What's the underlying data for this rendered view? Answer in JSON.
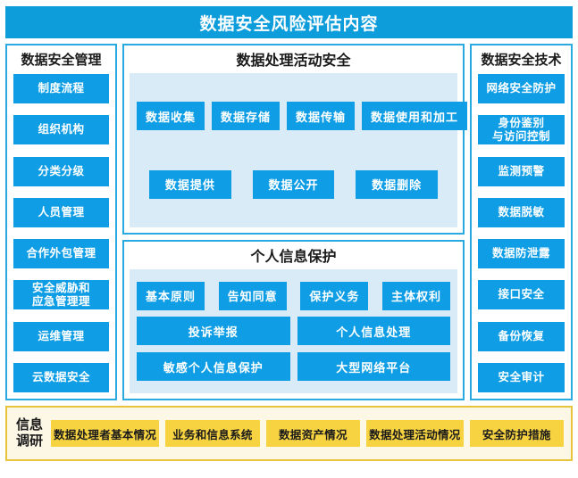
{
  "header": {
    "title": "数据安全风险评估内容",
    "bg_color": "#0d9ddb",
    "text_color": "#ffffff"
  },
  "theme": {
    "chip_blue": "#0f9ee5",
    "panel_border": "#29abe2",
    "inner_band": "#d9ebf7",
    "survey_border": "#e8c33c",
    "survey_bg": "#fdf8e6",
    "survey_chip": "#f7d342"
  },
  "left_column": {
    "title": "数据安全管理",
    "items": [
      {
        "label": "制度流程"
      },
      {
        "label": "组织机构"
      },
      {
        "label": "分类分级"
      },
      {
        "label": "人员管理"
      },
      {
        "label": "合作外包管理"
      },
      {
        "label": "安全威胁和\n应急管理理"
      },
      {
        "label": "运维管理"
      },
      {
        "label": "云数据安全"
      }
    ]
  },
  "right_column": {
    "title": "数据安全技术",
    "items": [
      {
        "label": "网络安全防护"
      },
      {
        "label": "身份鉴别\n与访问控制"
      },
      {
        "label": "监测预警"
      },
      {
        "label": "数据脱敏"
      },
      {
        "label": "数据防泄露"
      },
      {
        "label": "接口安全"
      },
      {
        "label": "备份恢复"
      },
      {
        "label": "安全审计"
      }
    ]
  },
  "center": {
    "processing": {
      "title": "数据处理活动安全",
      "row1": [
        {
          "label": "数据收集"
        },
        {
          "label": "数据存储"
        },
        {
          "label": "数据传输"
        },
        {
          "label": "数据使用和加工"
        }
      ],
      "row2": [
        {
          "label": "数据提供"
        },
        {
          "label": "数据公开"
        },
        {
          "label": "数据删除"
        }
      ]
    },
    "privacy": {
      "title": "个人信息保护",
      "row1": [
        {
          "label": "基本原则"
        },
        {
          "label": "告知同意"
        },
        {
          "label": "保护义务"
        },
        {
          "label": "主体权利"
        }
      ],
      "row2": [
        {
          "label": "投诉举报"
        },
        {
          "label": "个人信息处理"
        }
      ],
      "row3": [
        {
          "label": "敏感个人信息保护"
        },
        {
          "label": "大型网络平台"
        }
      ]
    }
  },
  "survey": {
    "label": "信息\n调研",
    "items": [
      {
        "label": "数据处理者基本情况"
      },
      {
        "label": "业务和信息系统"
      },
      {
        "label": "数据资产情况"
      },
      {
        "label": "数据处理活动情况"
      },
      {
        "label": "安全防护措施"
      }
    ]
  }
}
